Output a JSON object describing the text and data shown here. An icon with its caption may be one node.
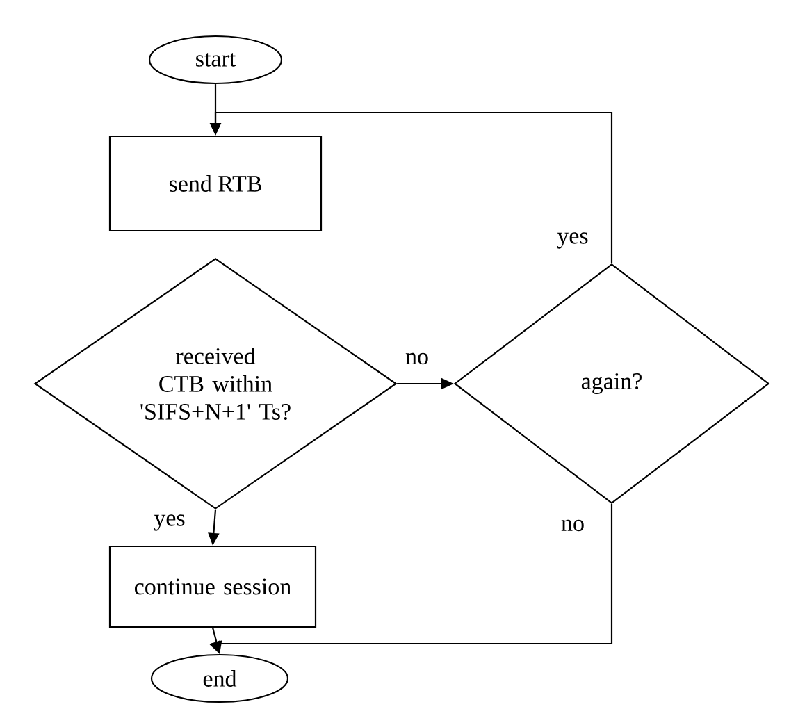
{
  "diagram": {
    "nodes": [
      {
        "text": [
          "start"
        ]
      },
      {
        "text": [
          "send RTB"
        ]
      },
      {
        "text": [
          "received CTB within 'SIFS+N+1' Ts?"
        ]
      },
      {
        "text": [
          "again?"
        ]
      },
      {
        "text": [
          "continue session"
        ]
      },
      {
        "text": [
          "end"
        ]
      }
    ],
    "edges": [
      {
        "from": 0,
        "to": 1,
        "arrow": "to"
      },
      {
        "from": 3,
        "to": 1,
        "arrow": "to",
        "label": "yes"
      },
      {
        "from": 2,
        "to": 3,
        "arrow": "to",
        "label": "no"
      },
      {
        "from": 2,
        "to": 4,
        "arrow": "to",
        "label": "yes"
      },
      {
        "from": 4,
        "to": 5,
        "arrow": "to"
      },
      {
        "from": 3,
        "to": 5,
        "arrow": "to",
        "label": "no"
      }
    ]
  }
}
